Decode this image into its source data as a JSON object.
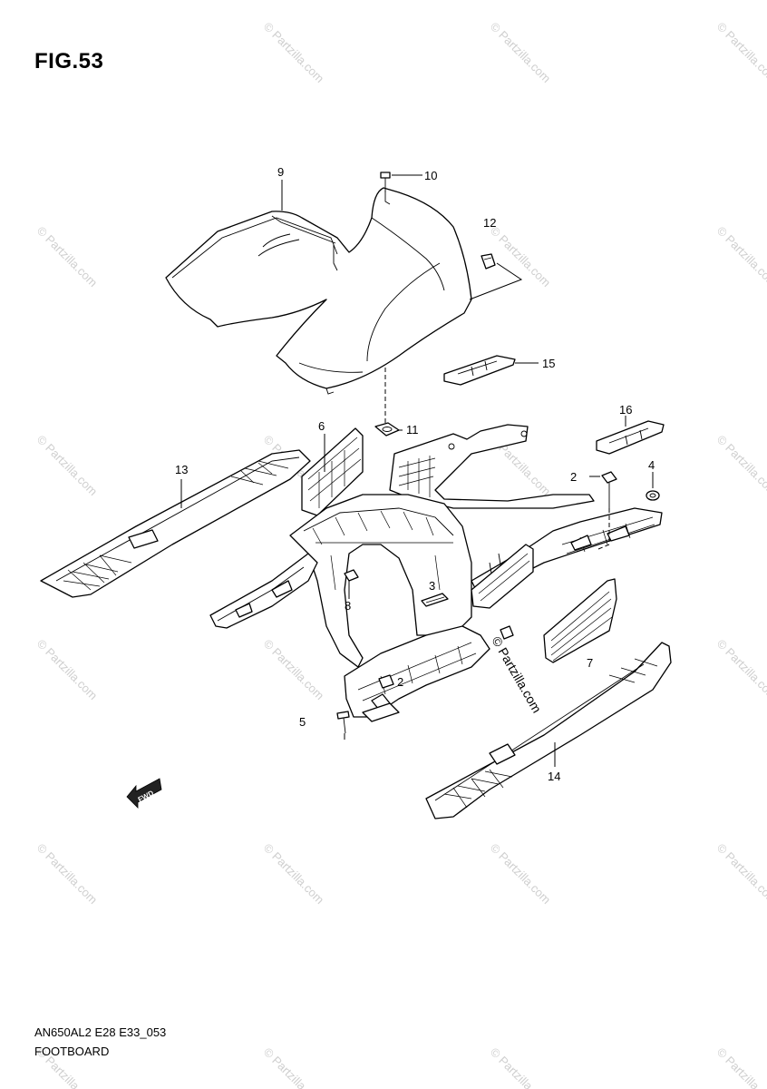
{
  "figure": {
    "title": "FIG.53",
    "model_code": "AN650AL2 E28 E33_053",
    "section_name": "FOOTBOARD"
  },
  "watermark": {
    "text": "© Partzilla.com"
  },
  "callouts": [
    {
      "id": "c9",
      "label": "9"
    },
    {
      "id": "c10",
      "label": "10"
    },
    {
      "id": "c12",
      "label": "12"
    },
    {
      "id": "c15",
      "label": "15"
    },
    {
      "id": "c6",
      "label": "6"
    },
    {
      "id": "c11",
      "label": "11"
    },
    {
      "id": "c16",
      "label": "16"
    },
    {
      "id": "c13",
      "label": "13"
    },
    {
      "id": "c2a",
      "label": "2"
    },
    {
      "id": "c4",
      "label": "4"
    },
    {
      "id": "c8",
      "label": "8"
    },
    {
      "id": "c3",
      "label": "3"
    },
    {
      "id": "c7",
      "label": "7"
    },
    {
      "id": "c2b",
      "label": "2"
    },
    {
      "id": "c5",
      "label": "5"
    },
    {
      "id": "c14",
      "label": "14"
    },
    {
      "id": "cfwd",
      "label": "FWD"
    }
  ]
}
